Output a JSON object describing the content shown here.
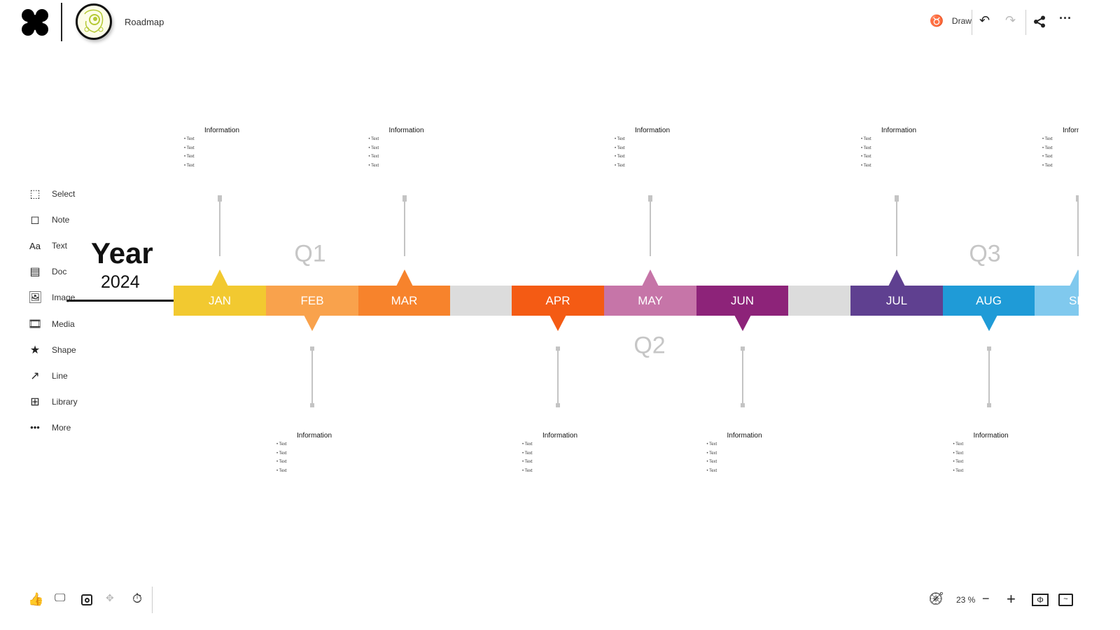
{
  "header": {
    "title": "Roadmap",
    "draw_label": "Draw",
    "icons": [
      "app-logo-icon",
      "board-avatar-icon",
      "draw-icon",
      "undo-icon",
      "redo-icon",
      "share-icon",
      "more-icon"
    ]
  },
  "toolbar": {
    "items": [
      {
        "label": "Select",
        "icon": "select-icon"
      },
      {
        "label": "Note",
        "icon": "note-icon"
      },
      {
        "label": "Text",
        "icon": "text-icon"
      },
      {
        "label": "Doc",
        "icon": "doc-icon"
      },
      {
        "label": "Image",
        "icon": "image-icon"
      },
      {
        "label": "Media",
        "icon": "media-icon"
      },
      {
        "label": "Shape",
        "icon": "star-icon"
      },
      {
        "label": "Line",
        "icon": "line-icon"
      },
      {
        "label": "Library",
        "icon": "library-icon"
      },
      {
        "label": "More",
        "icon": "more-icon"
      }
    ]
  },
  "board": {
    "year_title": "Year",
    "year": "2024",
    "quarters": [
      "Q1",
      "Q2",
      "Q3"
    ],
    "months": [
      {
        "name": "JAN",
        "color": "#f2c930",
        "marker": "up"
      },
      {
        "name": "FEB",
        "color": "#f9a24c",
        "marker": "down"
      },
      {
        "name": "MAR",
        "color": "#f7832c",
        "marker": "up"
      },
      {
        "name": "",
        "color": "#dcdcdc",
        "marker": "none"
      },
      {
        "name": "APR",
        "color": "#f45b14",
        "marker": "down"
      },
      {
        "name": "MAY",
        "color": "#c675a8",
        "marker": "up"
      },
      {
        "name": "JUN",
        "color": "#8d2379",
        "marker": "down"
      },
      {
        "name": "",
        "color": "#dcdcdc",
        "marker": "none"
      },
      {
        "name": "JUL",
        "color": "#5f4090",
        "marker": "up"
      },
      {
        "name": "AUG",
        "color": "#1f9bd7",
        "marker": "down"
      },
      {
        "name": "SEP",
        "color": "#80c9ee",
        "marker": "up"
      }
    ],
    "info_title": "Information",
    "info_items": [
      "Text",
      "Text",
      "Text",
      "Text"
    ]
  },
  "footer": {
    "zoom": "23 %",
    "left_icons": [
      "like-icon",
      "present-icon",
      "focus-icon",
      "move-icon",
      "timer-icon"
    ],
    "right_icons": [
      "compass-icon",
      "zoom-out-icon",
      "zoom-in-icon",
      "fit-screen-icon",
      "minimap-icon"
    ]
  }
}
